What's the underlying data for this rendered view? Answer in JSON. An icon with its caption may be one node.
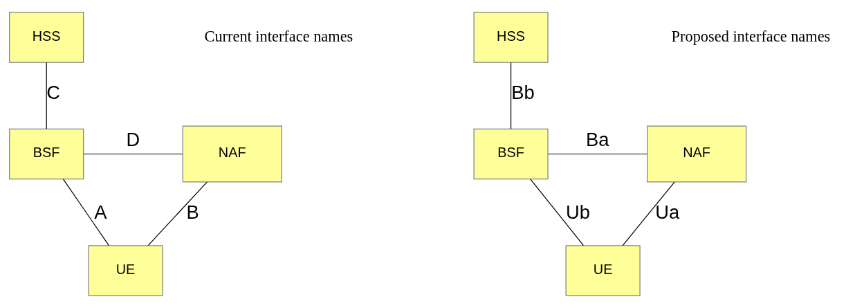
{
  "diagram": {
    "nodes": [
      {
        "text": [
          "HSS"
        ]
      },
      {
        "text": [
          "BSF"
        ]
      },
      {
        "text": [
          "NAF"
        ]
      },
      {
        "text": [
          "UE"
        ]
      },
      {
        "text": [
          "HSS"
        ]
      },
      {
        "text": [
          "BSF"
        ]
      },
      {
        "text": [
          "NAF"
        ]
      },
      {
        "text": [
          "UE"
        ]
      }
    ],
    "edges": [
      {
        "from": 0,
        "to": 1,
        "arrow": "none",
        "label": "C"
      },
      {
        "from": 1,
        "to": 2,
        "arrow": "none",
        "label": "D"
      },
      {
        "from": 1,
        "to": 3,
        "arrow": "none",
        "label": "A"
      },
      {
        "from": 3,
        "to": 2,
        "arrow": "none",
        "label": "B"
      },
      {
        "from": 4,
        "to": 5,
        "arrow": "none",
        "label": "Bb"
      },
      {
        "from": 5,
        "to": 6,
        "arrow": "none",
        "label": "Ba"
      },
      {
        "from": 5,
        "to": 7,
        "arrow": "none",
        "label": "Ub"
      },
      {
        "from": 7,
        "to": 6,
        "arrow": "none",
        "label": "Ua"
      }
    ],
    "labels": [
      "Current interface names",
      "Proposed interface names"
    ]
  }
}
